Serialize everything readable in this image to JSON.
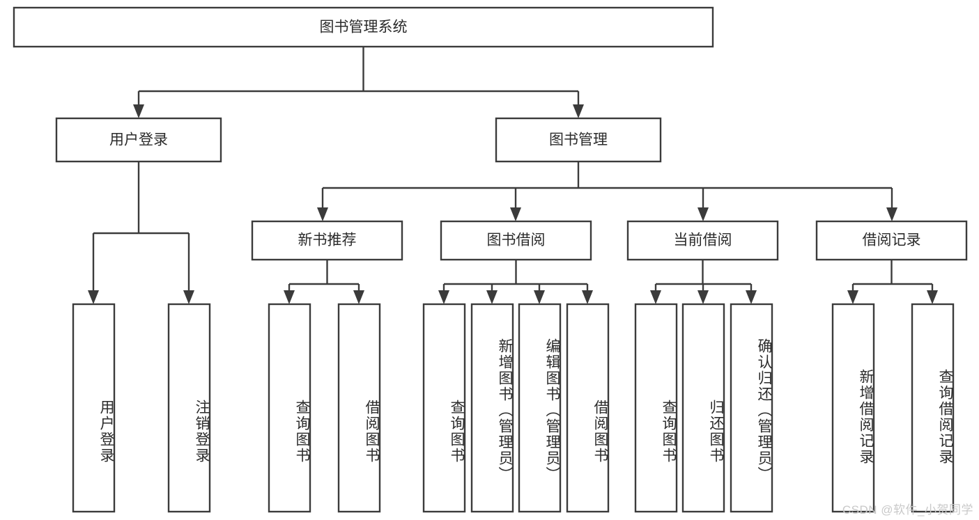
{
  "diagram": {
    "title": "图书管理系统",
    "type": "tree",
    "watermark": "CSDN @软件_小贺同学",
    "colors": {
      "stroke": "#3b3b3b",
      "box_fill": "#ffffff",
      "text": "#2b2b2b",
      "watermark": "#c9c9c9",
      "background": "#ffffff"
    },
    "root": {
      "label": "图书管理系统"
    },
    "level2": [
      {
        "label": "用户登录"
      },
      {
        "label": "图书管理"
      }
    ],
    "level3": [
      {
        "label": "新书推荐"
      },
      {
        "label": "图书借阅"
      },
      {
        "label": "当前借阅"
      },
      {
        "label": "借阅记录"
      }
    ],
    "leaves_user_login": [
      {
        "label": "用户登录"
      },
      {
        "label": "注销登录"
      }
    ],
    "leaves_new_book": [
      {
        "label": "查询图书"
      },
      {
        "label": "借阅图书"
      }
    ],
    "leaves_borrow": [
      {
        "label": "查询图书"
      },
      {
        "label": "新增图书（管理员）"
      },
      {
        "label": "编辑图书（管理员）"
      },
      {
        "label": "借阅图书"
      }
    ],
    "leaves_current": [
      {
        "label": "查询图书"
      },
      {
        "label": "归还图书"
      },
      {
        "label": "确认归还（管理员）"
      }
    ],
    "leaves_record": [
      {
        "label": "新增借阅记录"
      },
      {
        "label": "查询借阅记录"
      }
    ]
  }
}
